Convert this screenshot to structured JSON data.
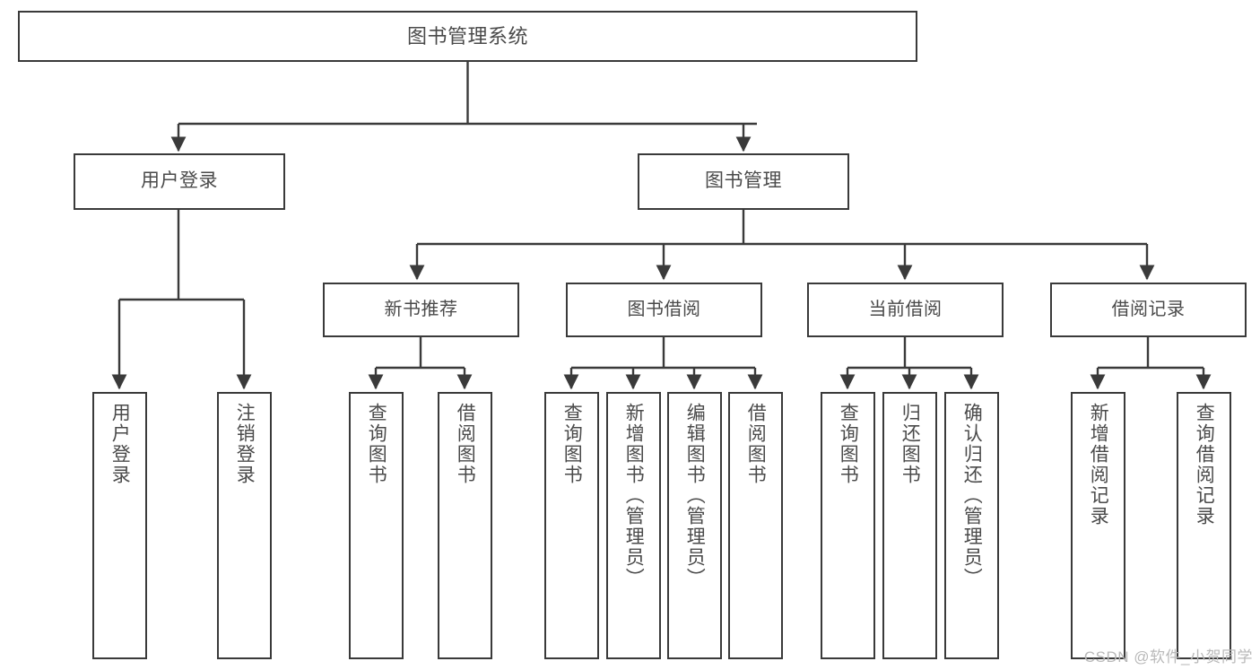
{
  "diagram": {
    "type": "tree",
    "title": "图书管理系统",
    "stroke_color": "#3a3a3a",
    "text_color": "#4a4a4a",
    "background_color": "#ffffff",
    "root": {
      "label": "图书管理系统"
    },
    "level1": [
      {
        "label": "用户登录"
      },
      {
        "label": "图书管理"
      }
    ],
    "level2": [
      {
        "label": "新书推荐"
      },
      {
        "label": "图书借阅"
      },
      {
        "label": "当前借阅"
      },
      {
        "label": "借阅记录"
      }
    ],
    "leaves": {
      "user_login": [
        {
          "label": "用户登录"
        },
        {
          "label": "注销登录"
        }
      ],
      "new_book_recommend": [
        {
          "label": "查询图书"
        },
        {
          "label": "借阅图书"
        }
      ],
      "book_borrow": [
        {
          "label": "查询图书"
        },
        {
          "label": "新增图书（管理员）"
        },
        {
          "label": "编辑图书（管理员）"
        },
        {
          "label": "借阅图书"
        }
      ],
      "current_borrow": [
        {
          "label": "查询图书"
        },
        {
          "label": "归还图书"
        },
        {
          "label": "确认归还（管理员）"
        }
      ],
      "borrow_record": [
        {
          "label": "新增借阅记录"
        },
        {
          "label": "查询借阅记录"
        }
      ]
    }
  },
  "watermark": {
    "text": "CSDN @软件_小贺同学"
  }
}
